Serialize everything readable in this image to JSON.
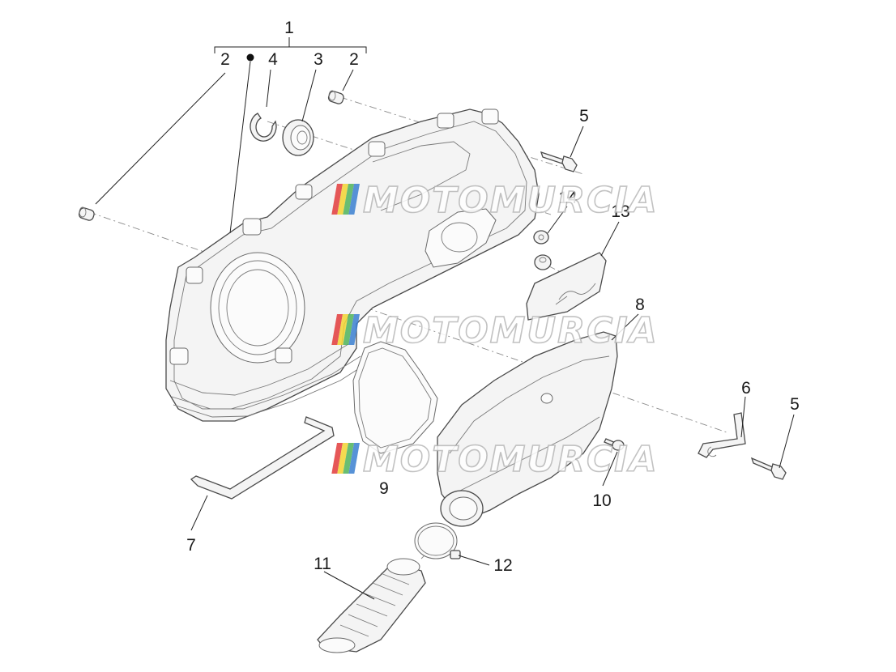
{
  "callouts": {
    "c1": "1",
    "c2a": "2",
    "c4": "4",
    "c3": "3",
    "c2b": "2",
    "c5a": "5",
    "c14": "14",
    "c13": "13",
    "c8": "8",
    "c6": "6",
    "c5b": "5",
    "c10": "10",
    "c9": "9",
    "c7": "7",
    "c11": "11",
    "c12": "12"
  },
  "watermark": {
    "text": "MOTOMURCIA",
    "stripe_colors": [
      "#e23b3b",
      "#f2d431",
      "#4fb35a",
      "#3a7fd0"
    ]
  }
}
